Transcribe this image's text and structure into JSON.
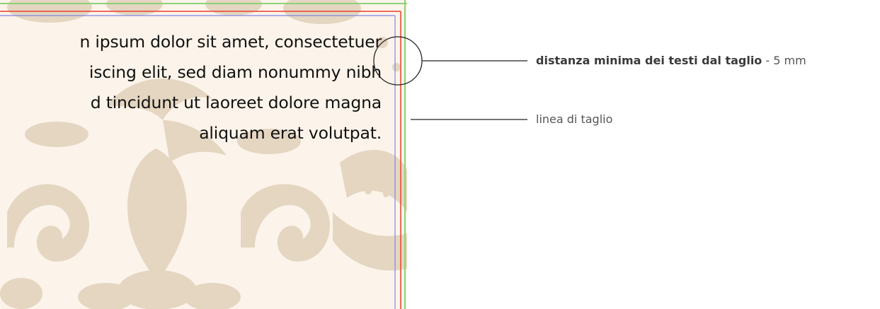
{
  "sample_text": {
    "lines": [
      "n ipsum dolor sit amet, consectetuer",
      "iscing elit, sed diam nonummy nibh",
      "d tincidunt ut laoreet dolore magna",
      "aliquam erat volutpat."
    ]
  },
  "callouts": {
    "min_text_distance": {
      "label": "distanza minima dei testi dal taglio",
      "value": "- 5 mm"
    },
    "cut_line": {
      "label": "linea di taglio"
    }
  },
  "colors": {
    "paper": "#fcf4ea",
    "pattern": "#e4d6c1",
    "bleed_line": "#8cd27a",
    "cut_line": "#e8402f",
    "safety_line": "#7d85e6",
    "leader_line": "#222222"
  }
}
